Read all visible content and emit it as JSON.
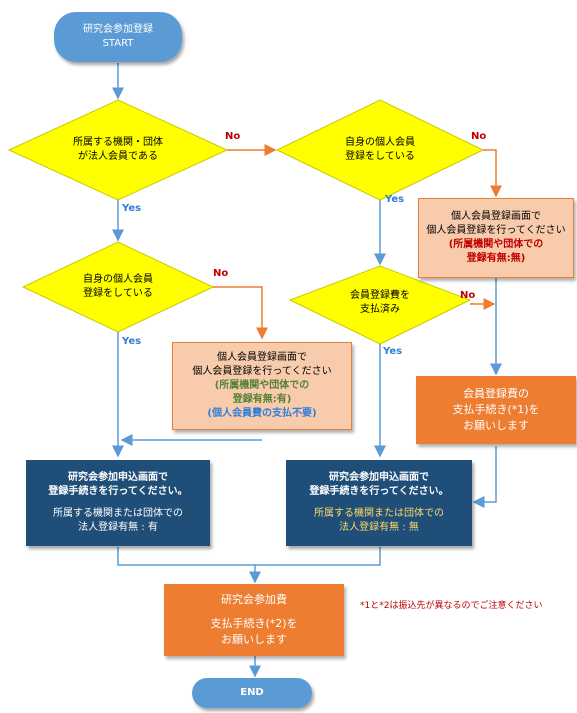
{
  "start": {
    "line1": "研究会参加登録",
    "line2": "START"
  },
  "d1": {
    "line1": "所属する機関・団体",
    "line2": "が法人会員である"
  },
  "d2": {
    "line1": "自身の個人会員",
    "line2": "登録をしている"
  },
  "d3": {
    "line1": "自身の個人会員",
    "line2": "登録をしている"
  },
  "d4": {
    "line1": "会員登録費を",
    "line2": "支払済み"
  },
  "p1": {
    "line1": "個人会員登録画面で",
    "line2": "個人会員登録を行ってください",
    "line3": "(所属機関や団体での",
    "line4": "登録有無:有)",
    "line5": "(個人会員費の支払不要)"
  },
  "p2": {
    "line1": "個人会員登録画面で",
    "line2": "個人会員登録を行ってください",
    "line3": "(所属機関や団体での",
    "line4": "登録有無:無)"
  },
  "o1": {
    "line1": "会員登録費の",
    "line2": "支払手続き(*1)を",
    "line3": "お願いします"
  },
  "n1": {
    "line1": "研究会参加申込画面で",
    "line2": "登録手続きを行ってください。",
    "line3": "所属する機関または団体での",
    "line4": "法人登録有無 : 有"
  },
  "n2": {
    "line1": "研究会参加申込画面で",
    "line2": "登録手続きを行ってください。",
    "line3": "所属する機関または団体での",
    "line4": "法人登録有無 : 無"
  },
  "fee": {
    "line1": "研究会参加費",
    "line2": "支払手続き(*2)を",
    "line3": "お願いします"
  },
  "end": {
    "label": "END"
  },
  "labels": {
    "yes": "Yes",
    "no": "No"
  },
  "note": "*1と*2は振込先が異なるのでご注意ください",
  "colors": {
    "terminal": "#5b9bd5",
    "decision": "#ffff00",
    "peach": "#f8cbad",
    "orange": "#ed7d31",
    "navy": "#1f4e79",
    "yes": "#2f7fd8",
    "no": "#c00000",
    "arrow_blue": "#5b9bd5",
    "arrow_orange": "#ed7d31"
  }
}
